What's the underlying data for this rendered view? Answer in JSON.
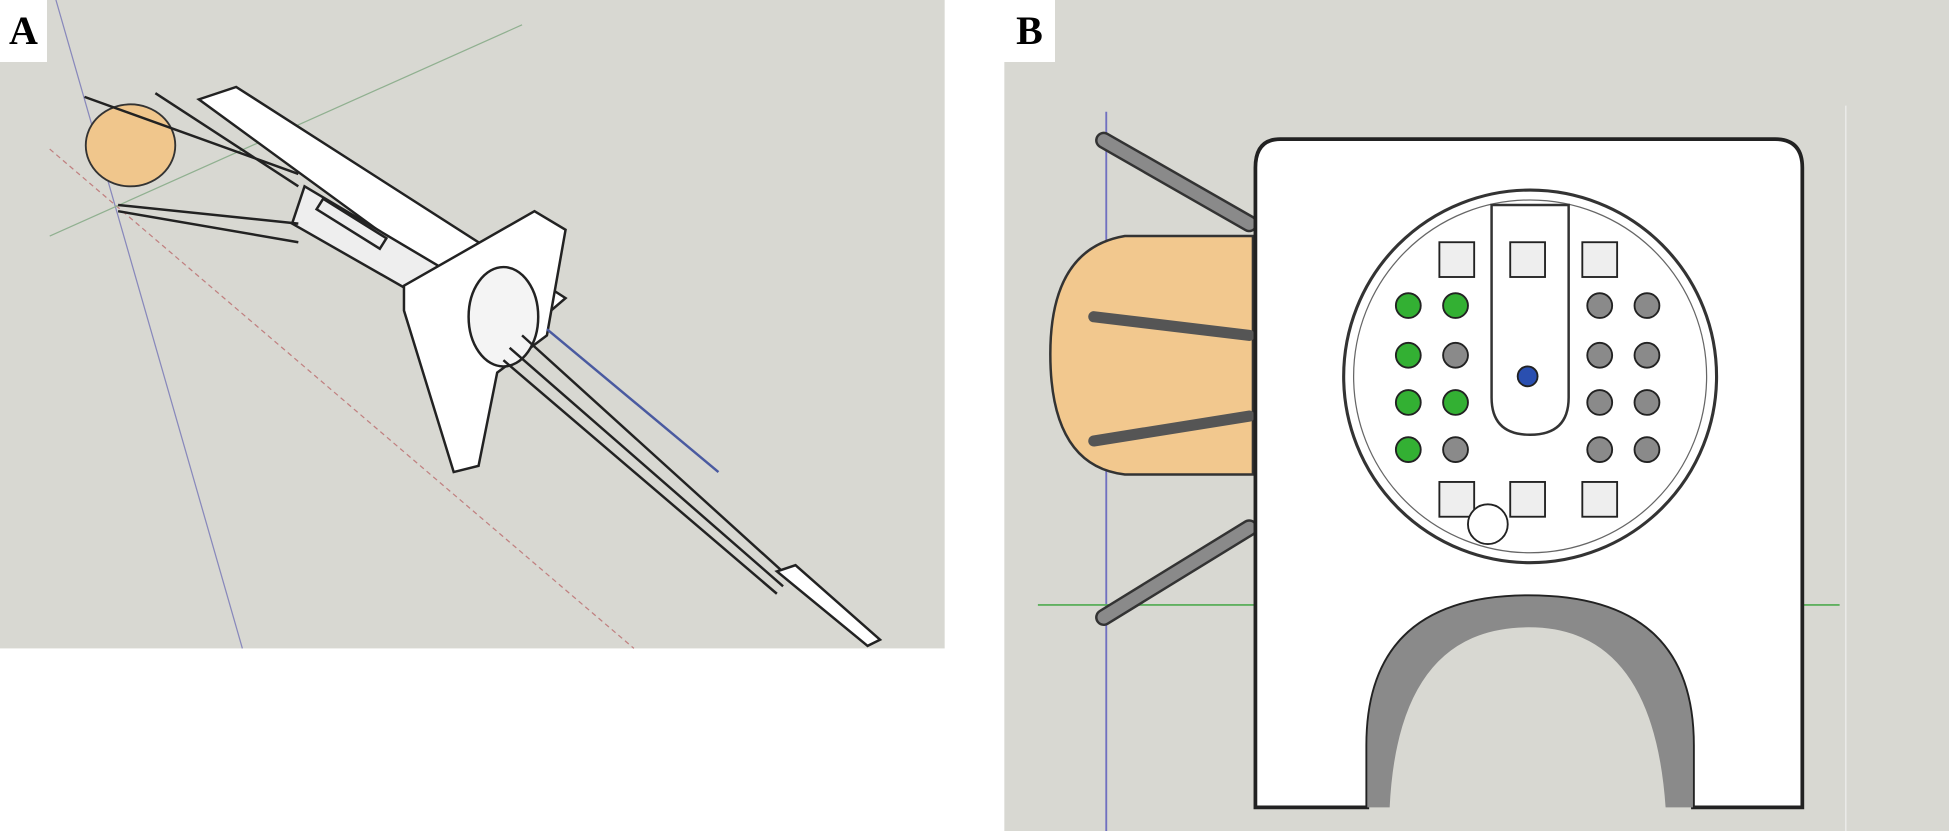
{
  "panels": [
    {
      "label": "A",
      "view": "isometric"
    },
    {
      "label": "B",
      "view": "front"
    }
  ],
  "colors": {
    "background": "#d8d8d2",
    "model_white": "#ffffff",
    "ball": "#f2c88e",
    "pin_green": "#33b033",
    "pin_gray": "#8a8a8a",
    "pin_blue": "#2a4fb0",
    "axis_red": "#c05050",
    "axis_green": "#50a050",
    "axis_blue": "#5050c0"
  }
}
